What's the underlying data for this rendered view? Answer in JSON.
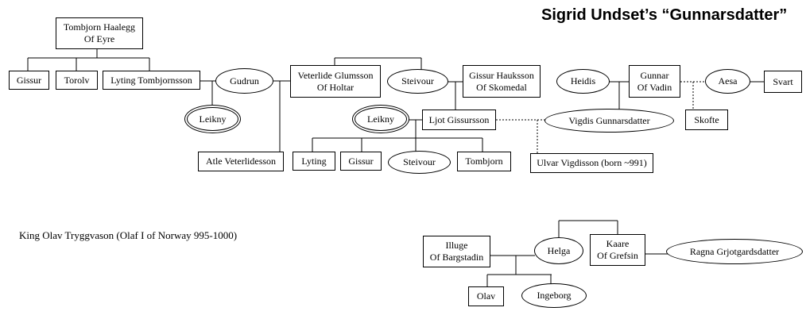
{
  "title": "Sigrid Undset’s “Gunnarsdatter”",
  "note": "King Olav Tryggvason (Olaf I of Norway 995-1000)",
  "colors": {
    "background": "#ffffff",
    "line_color": "#000000",
    "text_color": "#000000"
  },
  "nodes": {
    "tombjorn_haalegg": {
      "line1": "Tombjorn Haalegg",
      "line2": "Of Eyre",
      "shape": "box"
    },
    "gissur_sr": {
      "label": "Gissur",
      "shape": "box"
    },
    "torolv": {
      "label": "Torolv",
      "shape": "box"
    },
    "lyting_tombjornsson": {
      "label": "Lyting Tombjornsson",
      "shape": "box"
    },
    "gudrun": {
      "label": "Gudrun",
      "shape": "ellipse"
    },
    "leikny_1": {
      "label": "Leikny",
      "shape": "double-ellipse"
    },
    "veterlide_glumsson": {
      "line1": "Veterlide Glumsson",
      "line2": "Of Holtar",
      "shape": "box"
    },
    "steivour_1": {
      "label": "Steivour",
      "shape": "ellipse"
    },
    "gissur_hauksson": {
      "line1": "Gissur Hauksson",
      "line2": "Of Skomedal",
      "shape": "box"
    },
    "heidis": {
      "label": "Heidis",
      "shape": "ellipse"
    },
    "gunnar_of_vadin": {
      "line1": "Gunnar",
      "line2": "Of Vadin",
      "shape": "box"
    },
    "aesa": {
      "label": "Aesa",
      "shape": "ellipse"
    },
    "svart": {
      "label": "Svart",
      "shape": "box"
    },
    "leikny_2": {
      "label": "Leikny",
      "shape": "double-ellipse"
    },
    "ljot_gissursson": {
      "label": "Ljot Gissursson",
      "shape": "box"
    },
    "vigdis_gunnarsdatter": {
      "label": "Vigdis Gunnarsdatter",
      "shape": "ellipse"
    },
    "skofte": {
      "label": "Skofte",
      "shape": "box"
    },
    "atle_veterlidesson": {
      "label": "Atle Veterlidesson",
      "shape": "box"
    },
    "lyting_jr": {
      "label": "Lyting",
      "shape": "box"
    },
    "gissur_jr": {
      "label": "Gissur",
      "shape": "box"
    },
    "steivour_2": {
      "label": "Steivour",
      "shape": "ellipse"
    },
    "tombjorn_jr": {
      "label": "Tombjorn",
      "shape": "box"
    },
    "ulvar_vigdisson": {
      "label": "Ulvar Vigdisson (born ~991)",
      "shape": "box"
    },
    "illuge": {
      "line1": "Illuge",
      "line2": "Of Bargstadin",
      "shape": "box"
    },
    "helga": {
      "label": "Helga",
      "shape": "ellipse"
    },
    "kaare": {
      "line1": "Kaare",
      "line2": "Of Grefsin",
      "shape": "box"
    },
    "ragna": {
      "label": "Ragna Grjotgardsdatter",
      "shape": "ellipse"
    },
    "olav": {
      "label": "Olav",
      "shape": "box"
    },
    "ingeborg": {
      "label": "Ingeborg",
      "shape": "ellipse"
    }
  },
  "connections": [
    {
      "a": "tombjorn_haalegg",
      "b": "gissur_sr",
      "line": "solid"
    },
    {
      "a": "tombjorn_haalegg",
      "b": "torolv",
      "line": "solid"
    },
    {
      "a": "tombjorn_haalegg",
      "b": "lyting_tombjornsson",
      "line": "solid"
    },
    {
      "a": "lyting_tombjornsson",
      "b": "gudrun",
      "line": "solid"
    },
    {
      "a": "lyting_tombjornsson+gudrun",
      "b": "leikny_1",
      "line": "solid"
    },
    {
      "a": "gudrun",
      "b": "veterlide_glumsson",
      "line": "solid"
    },
    {
      "a": "gudrun+veterlide_glumsson",
      "b": "atle_veterlidesson",
      "line": "solid"
    },
    {
      "a": "veterlide_glumsson",
      "b": "steivour_1",
      "line": "solid"
    },
    {
      "a": "steivour_1",
      "b": "gissur_hauksson",
      "line": "solid"
    },
    {
      "a": "steivour_1+gissur_hauksson",
      "b": "ljot_gissursson",
      "line": "solid"
    },
    {
      "a": "leikny_2",
      "b": "ljot_gissursson",
      "line": "solid"
    },
    {
      "a": "leikny_2+ljot_gissursson",
      "b": "lyting_jr",
      "line": "solid"
    },
    {
      "a": "leikny_2+ljot_gissursson",
      "b": "gissur_jr",
      "line": "solid"
    },
    {
      "a": "leikny_2+ljot_gissursson",
      "b": "steivour_2",
      "line": "solid"
    },
    {
      "a": "leikny_2+ljot_gissursson",
      "b": "tombjorn_jr",
      "line": "solid"
    },
    {
      "a": "ljot_gissursson",
      "b": "vigdis_gunnarsdatter",
      "line": "dotted"
    },
    {
      "a": "ljot_gissursson+vigdis_gunnarsdatter",
      "b": "ulvar_vigdisson",
      "line": "dotted"
    },
    {
      "a": "heidis",
      "b": "gunnar_of_vadin",
      "line": "solid"
    },
    {
      "a": "heidis+gunnar_of_vadin",
      "b": "vigdis_gunnarsdatter",
      "line": "solid"
    },
    {
      "a": "gunnar_of_vadin",
      "b": "aesa",
      "line": "dotted"
    },
    {
      "a": "gunnar_of_vadin+aesa",
      "b": "skofte",
      "line": "dotted"
    },
    {
      "a": "aesa",
      "b": "svart",
      "line": "solid"
    },
    {
      "a": "illuge",
      "b": "helga",
      "line": "solid"
    },
    {
      "a": "helga",
      "b": "kaare",
      "line": "solid"
    },
    {
      "a": "illuge+helga",
      "b": "olav",
      "line": "solid"
    },
    {
      "a": "illuge+helga",
      "b": "ingeborg",
      "line": "solid"
    },
    {
      "a": "kaare",
      "b": "ragna",
      "line": "solid"
    }
  ]
}
